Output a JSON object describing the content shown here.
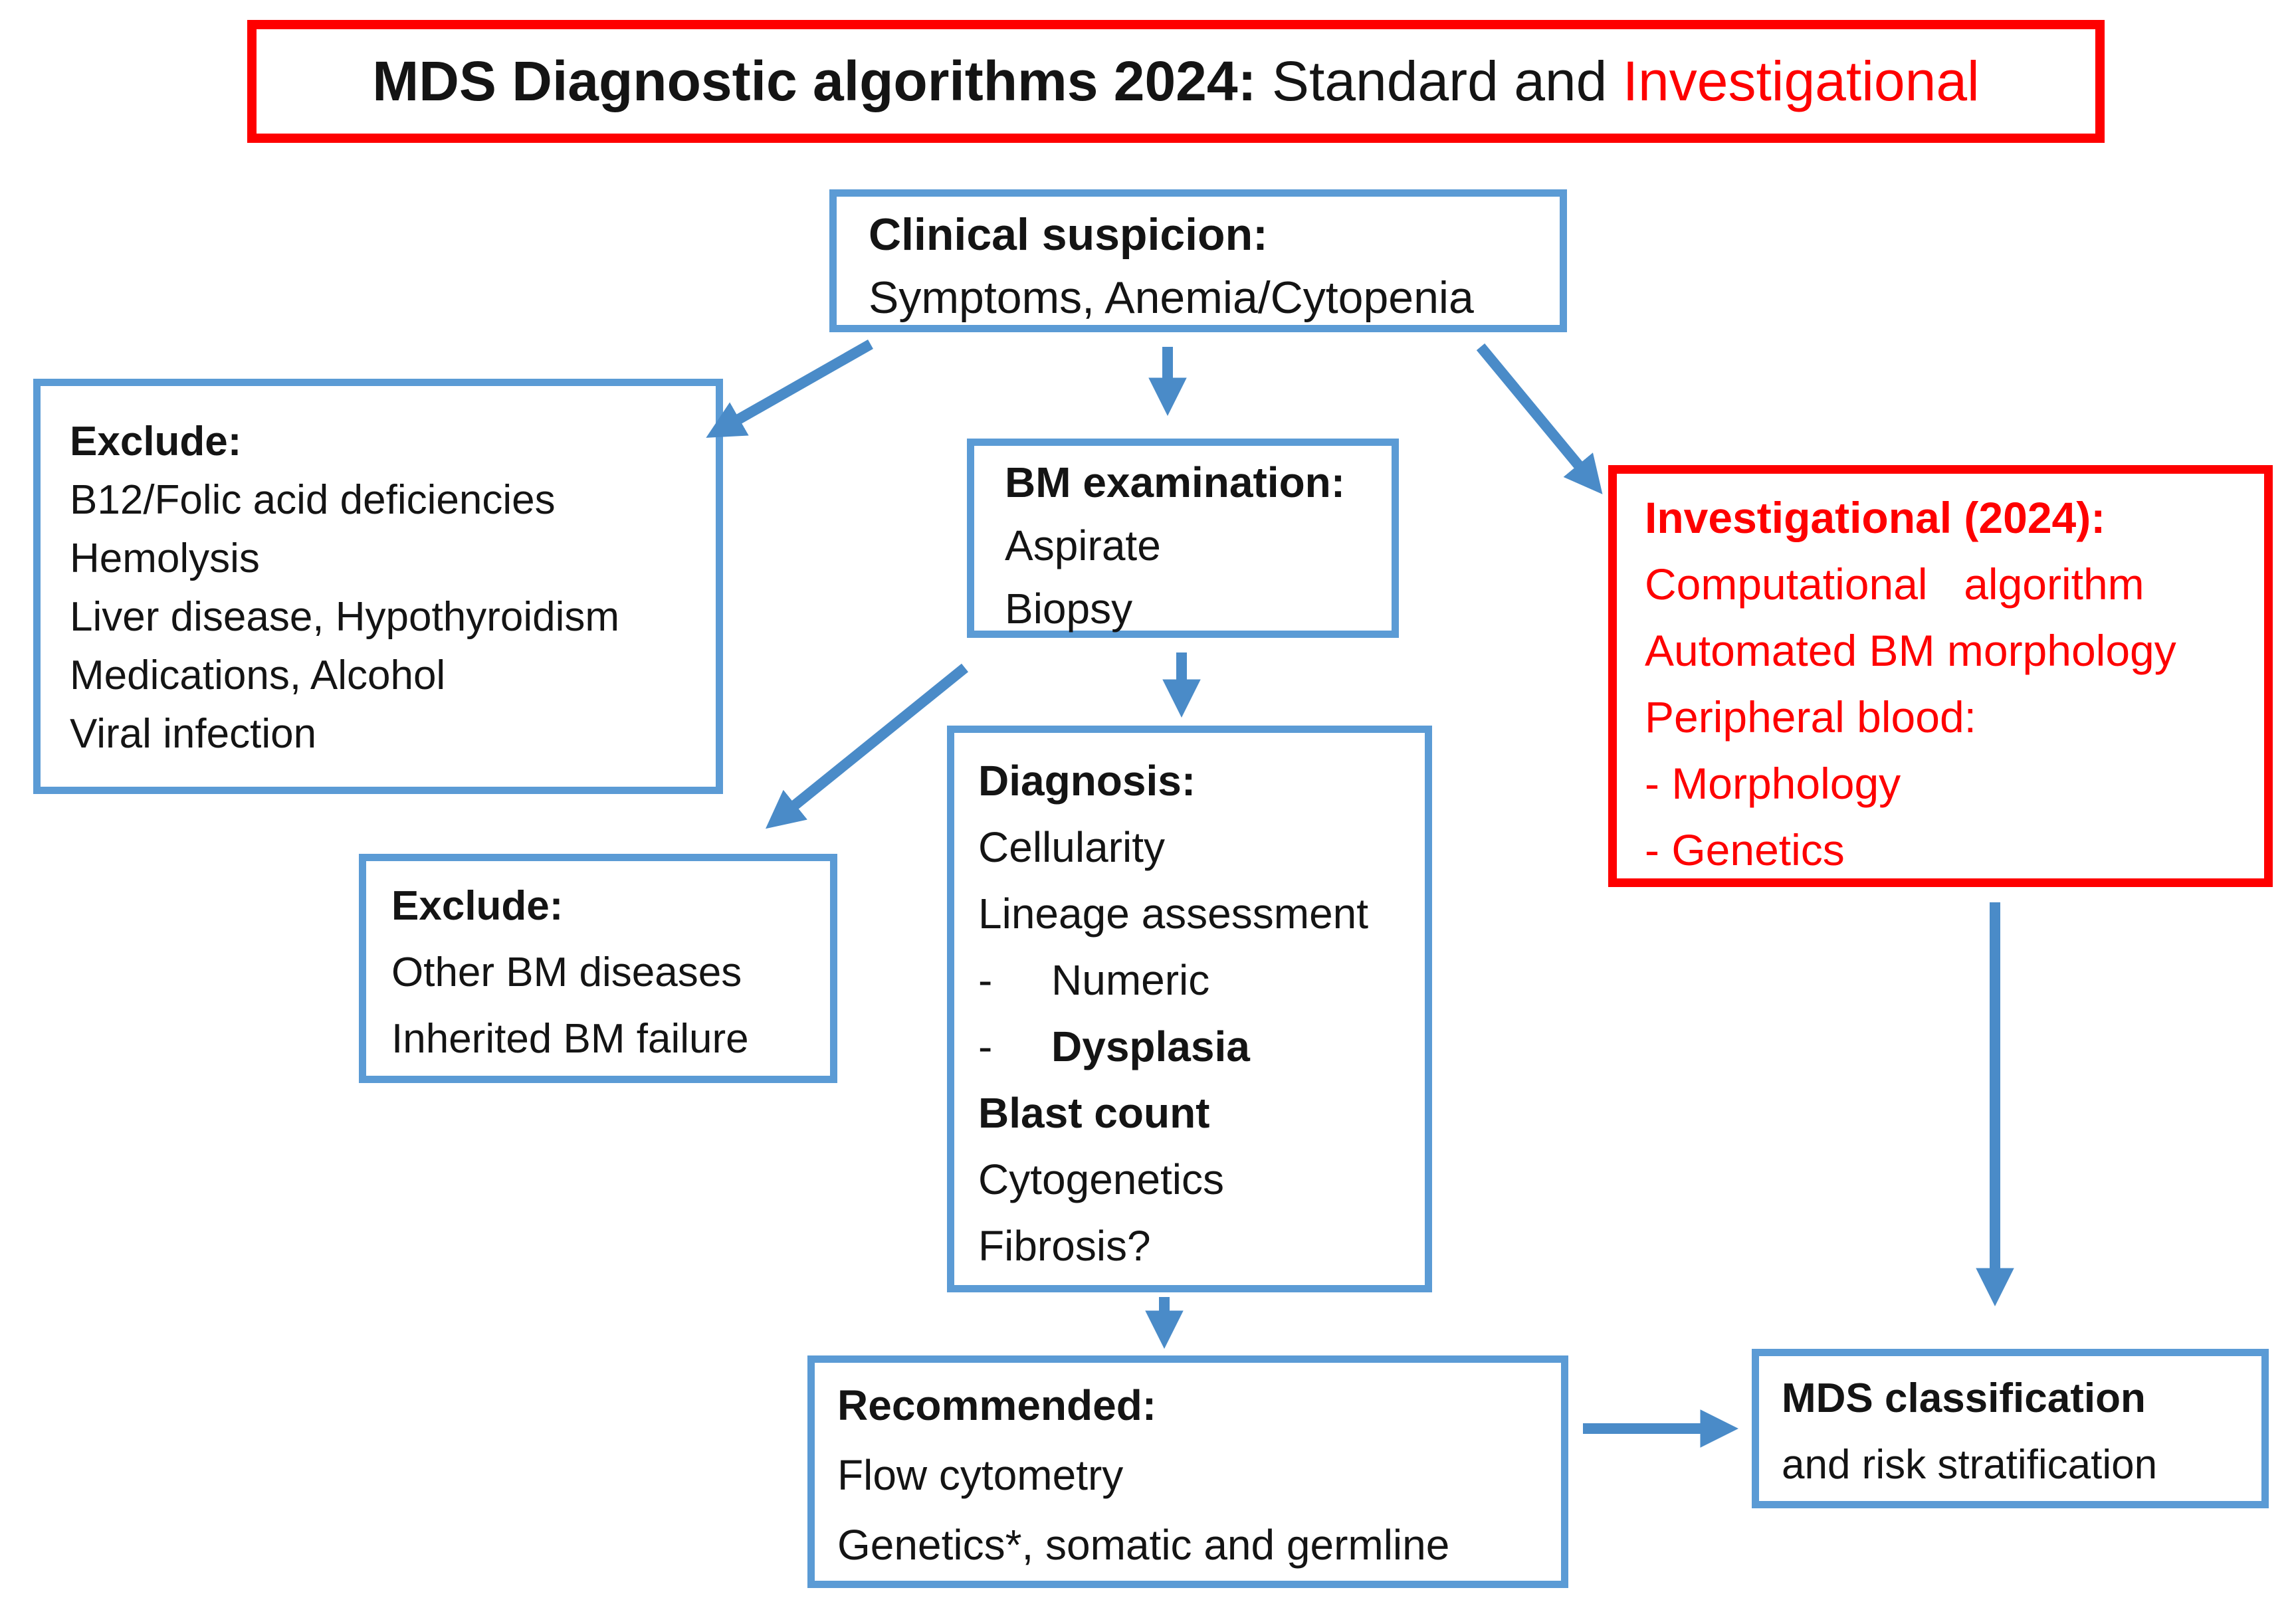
{
  "title": {
    "bold": "MDS Diagnostic algorithms 2024:",
    "regular": " Standard and ",
    "highlight": "Investigational"
  },
  "boxes": {
    "clinical_suspicion": {
      "header": "Clinical suspicion:",
      "line1": "Symptoms, Anemia/Cytopenia"
    },
    "exclude_primary": {
      "header": "Exclude:",
      "lines": [
        "B12/Folic acid deficiencies",
        "Hemolysis",
        "Liver disease, Hypothyroidism",
        "Medications, Alcohol",
        "Viral infection"
      ]
    },
    "bm_examination": {
      "header": "BM examination:",
      "lines": [
        "Aspirate",
        "Biopsy"
      ]
    },
    "investigational": {
      "header": "Investigational (2024):",
      "lines": [
        "Computational algorithm",
        "Automated BM morphology",
        "Peripheral blood:",
        "- Morphology",
        "- Genetics"
      ]
    },
    "exclude_secondary": {
      "header": "Exclude:",
      "lines": [
        "Other BM diseases",
        "Inherited BM failure"
      ]
    },
    "diagnosis": {
      "header": "Diagnosis:",
      "line1": "Cellularity",
      "line2": "Lineage assessment",
      "bullet_char": "-",
      "bullet1": "Numeric",
      "bullet2": "Dysplasia",
      "line3": "Blast count",
      "line4": "Cytogenetics",
      "line5": "Fibrosis?"
    },
    "recommended": {
      "header": "Recommended:",
      "lines": [
        "Flow cytometry",
        "Genetics*, somatic and germline"
      ]
    },
    "mds_classification": {
      "header": "MDS classification",
      "line1": "and risk stratification"
    }
  },
  "colors": {
    "border_blue": "#5b9bd5",
    "arrow_blue": "#4a8bc8",
    "accent_red": "#fe0000",
    "text_black": "#141414"
  }
}
